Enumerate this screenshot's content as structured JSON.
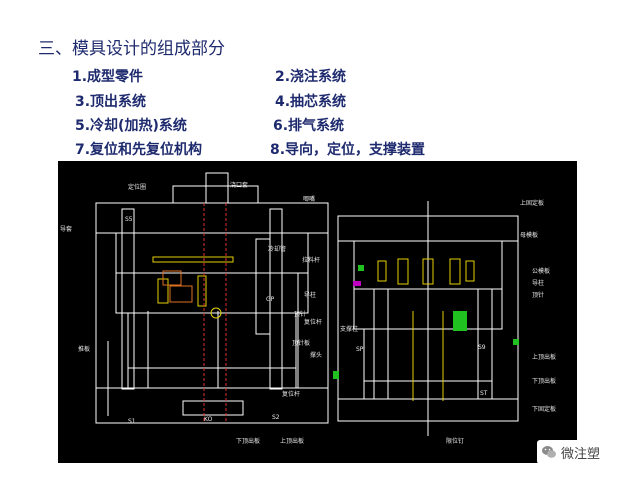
{
  "slide": {
    "title": "三、模具设计的组成部分",
    "items": [
      "1.成型零件",
      "2.浇注系统",
      "3.顶出系统",
      "4.抽芯系统",
      "5.冷却(加热)系统",
      "6.排气系统",
      "7.复位和先复位机构",
      "8.导向，定位，支撑装置"
    ]
  },
  "drawing": {
    "left_labels": [
      "定位圈",
      "浇口套",
      "唧嘴",
      "导套",
      "冷却管",
      "导柱",
      "顶针",
      "顶针板",
      "推板",
      "S1",
      "S2",
      "KO",
      "GP",
      "S5",
      "下顶出板",
      "上顶出板",
      "复位杆",
      "撑头"
    ],
    "right_labels": [
      "上固定板",
      "母模板",
      "公模板",
      "导柱",
      "顶针",
      "支撑柱",
      "S9",
      "SP",
      "ST",
      "上顶出板",
      "下顶出板",
      "下固定板",
      "拉料杆",
      "复位杆",
      "限位钉"
    ]
  },
  "watermark": {
    "text": "微注塑",
    "icon": "wechat-icon"
  },
  "colors": {
    "title": "#1e2a6e",
    "cad_bg": "#000000",
    "line": "#ffffff",
    "accent_yellow": "#e6d000",
    "accent_green": "#20c020",
    "accent_red": "#e03030"
  }
}
